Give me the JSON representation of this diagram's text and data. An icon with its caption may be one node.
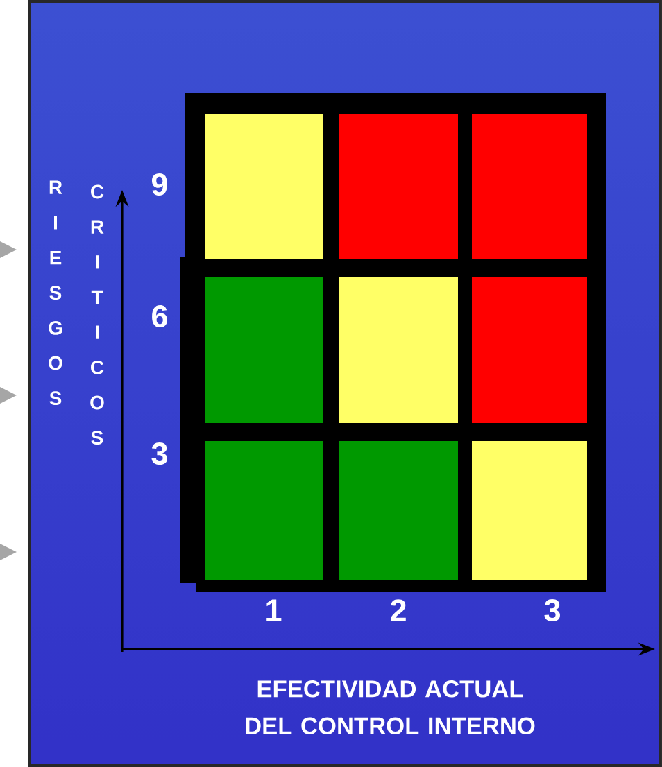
{
  "diagram": {
    "nodes": [
      {
        "text": [],
        "shape": "box"
      },
      {
        "text": [],
        "shape": "box"
      },
      {
        "text": [],
        "shape": "box"
      },
      {
        "text": [],
        "shape": "box"
      },
      {
        "text": [],
        "shape": "box"
      },
      {
        "text": [],
        "shape": "box"
      },
      {
        "text": [],
        "shape": "box"
      },
      {
        "text": [],
        "shape": "box"
      },
      {
        "text": [],
        "shape": "box"
      }
    ],
    "labels": [
      "RIESGOS",
      "CRITICOS",
      "9",
      "6",
      "3",
      "1",
      "2",
      "3",
      "EFECTIVIDAD ACTUAL DEL CONTROL INTERNO"
    ]
  }
}
